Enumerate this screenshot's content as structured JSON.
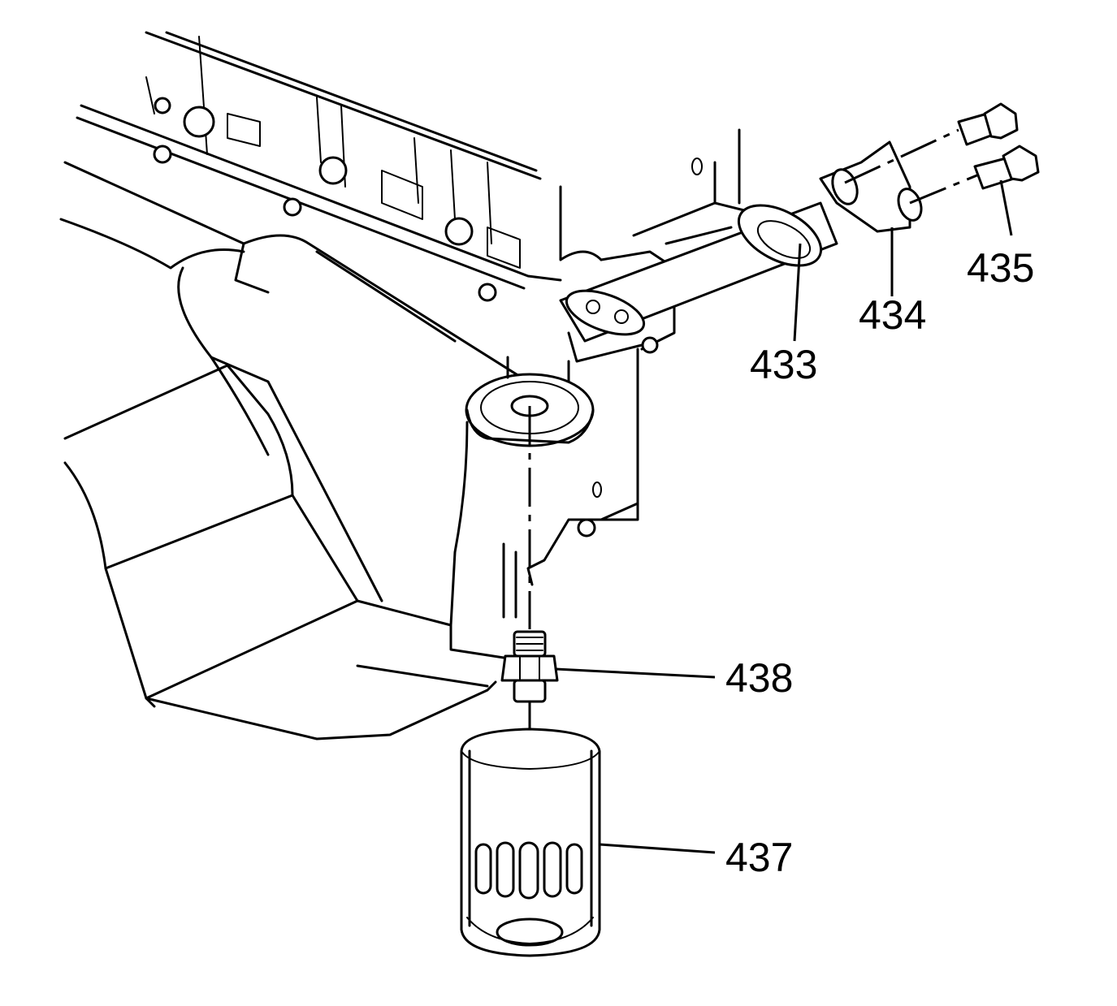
{
  "diagram": {
    "callouts": {
      "c433": "433",
      "c434": "434",
      "c435": "435",
      "c437": "437",
      "c438": "438"
    }
  }
}
